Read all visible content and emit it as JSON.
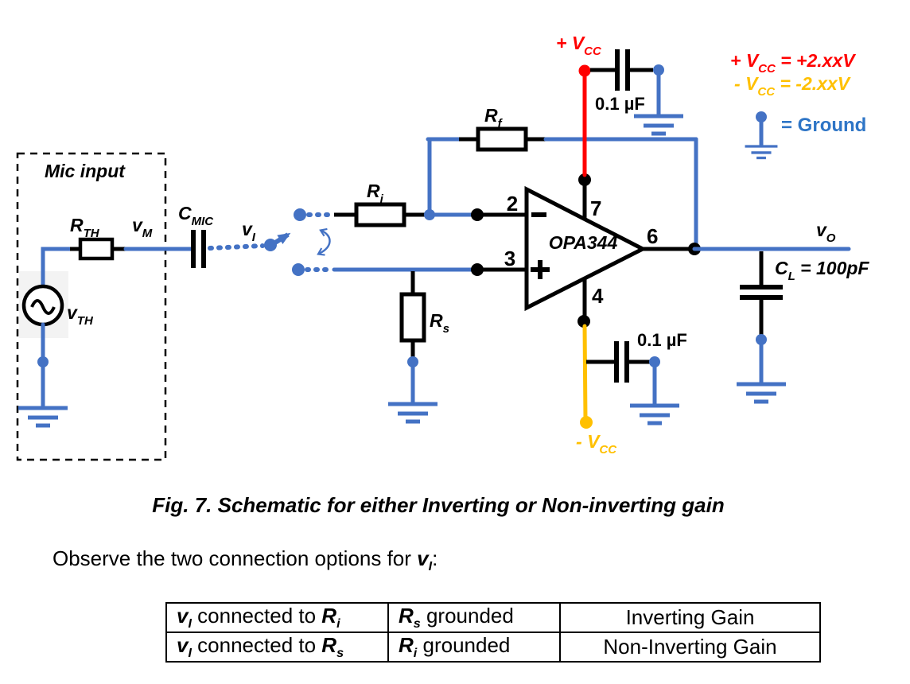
{
  "sch": {
    "mic_input": "Mic input",
    "v_th": {
      "m": "v",
      "s": "TH"
    },
    "r_th": {
      "m": "R",
      "s": "TH"
    },
    "v_m": {
      "m": "v",
      "s": "M"
    },
    "c_mic": {
      "m": "C",
      "s": "MIC"
    },
    "v_i": {
      "m": "v",
      "s": "I"
    },
    "r_i": {
      "m": "R",
      "s": "i"
    },
    "r_f": {
      "m": "R",
      "s": "f"
    },
    "r_s": {
      "m": "R",
      "s": "s"
    },
    "v_o": {
      "m": "v",
      "s": "O"
    },
    "c_l": {
      "m": "C",
      "s": "L",
      "rest": " = 100pF"
    },
    "opamp": "OPA344",
    "pins": {
      "p2": "2",
      "p3": "3",
      "p4": "4",
      "p6": "6",
      "p7": "7"
    },
    "plus_vcc": {
      "pre": "+ ",
      "m": "V",
      "s": "CC"
    },
    "minus_vcc": {
      "pre": "- ",
      "m": "V",
      "s": "CC"
    },
    "cap_top": "0.1 µF",
    "cap_bottom": "0.1 µF"
  },
  "legend": {
    "plus": {
      "pre": "+ ",
      "m": "V",
      "s": "CC",
      "rest": " = +2.xxV"
    },
    "minus": {
      "pre": "- ",
      "m": "V",
      "s": "CC",
      "rest": " = -2.xxV"
    },
    "ground": "= Ground"
  },
  "colors": {
    "wire": "#4472C4",
    "red": "#FF0000",
    "gold": "#FFC000",
    "legend_blue": "#2E75C6",
    "black": "#000000"
  },
  "caption": "Fig. 7. Schematic for either Inverting or Non-inverting gain",
  "para": {
    "pre": "Observe the two connection options for ",
    "vi_m": "v",
    "vi_s": "I",
    "post": ":"
  },
  "table": {
    "rows": [
      {
        "c1_vm": "v",
        "c1_vs": "I",
        "c1_mid": " connected to ",
        "c1_rm": "R",
        "c1_rs": "i",
        "c2_rm": "R",
        "c2_rs": "s",
        "c2_rest": " grounded",
        "c3": "Inverting Gain"
      },
      {
        "c1_vm": "v",
        "c1_vs": "I",
        "c1_mid": " connected to ",
        "c1_rm": "R",
        "c1_rs": "s",
        "c2_rm": "R",
        "c2_rs": "i",
        "c2_rest": " grounded",
        "c3": "Non-Inverting Gain"
      }
    ]
  }
}
